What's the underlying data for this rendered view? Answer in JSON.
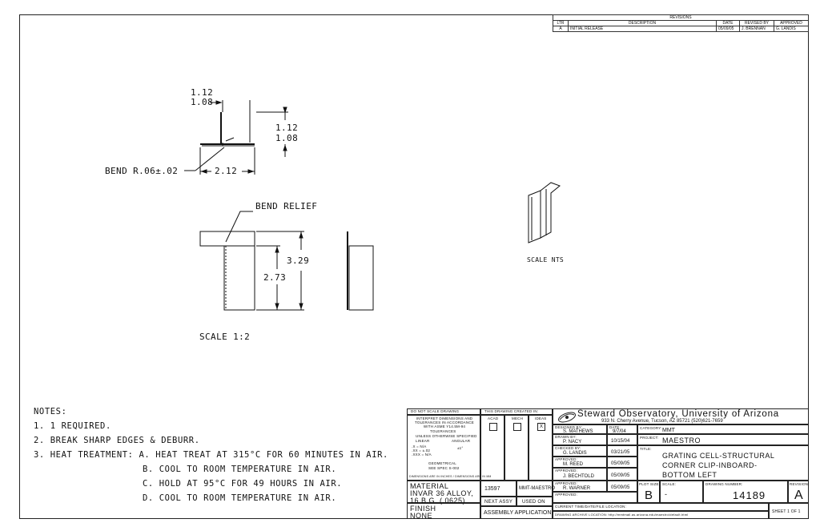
{
  "revisions": {
    "title": "REVISIONS",
    "headers": {
      "ltr": "LTR",
      "description": "DESCRIPTION",
      "date": "DATE",
      "revised_by": "REVISED BY",
      "approved": "APPROVED"
    },
    "rows": [
      {
        "ltr": "A",
        "description": "INITIAL RELEASE",
        "date": "05/09/05",
        "revised_by": "J. BRENNAN",
        "approved": "G. LANDIS"
      }
    ]
  },
  "views": {
    "top_dim_a": "1.12",
    "top_dim_b": "1.08",
    "side_dim_a": "1.12",
    "side_dim_b": "1.08",
    "bend_label": "BEND R.06±.02",
    "width_dim": "2.12",
    "bend_relief": "BEND RELIEF",
    "height_outer": "3.29",
    "height_inner": "2.73",
    "scale_main": "SCALE 1:2",
    "scale_iso": "SCALE NTS"
  },
  "notes": {
    "heading": "NOTES:",
    "items": [
      "1. 1 REQUIRED.",
      "2. BREAK SHARP EDGES & DEBURR.",
      "3. HEAT TREATMENT: A. HEAT TREAT AT 315°C FOR 60 MINUTES IN AIR.",
      "B. COOL TO ROOM TEMPERATURE IN AIR.",
      "C. HOLD AT 95°C FOR 49 HOURS IN AIR.",
      "D. COOL TO ROOM TEMPERATURE IN AIR."
    ]
  },
  "title_block": {
    "do_not_scale": "DO NOT SCALE DRAWING",
    "interpret": "INTERPRET DIMENSIONS AND TOLERANCES IN ACCORDANCE WITH ASME Y14.5M-94",
    "tolerances": "TOLERANCES",
    "unless": "UNLESS OTHERWISE SPECIFIED",
    "linear": "LINEAR",
    "angular": "ANGULAR",
    "tol_x": ".X = N/A",
    "tol_xx": ".XX = ±.02",
    "tol_xxx": ".XXX = N/A",
    "tol_ang": "±1°",
    "geometrical": "GEOMETRICAL",
    "see_spec": "SEE SPEC S-002",
    "dims_note": "DIMENSIONS ARE IN INCHES / DIMENSIONS ARE IN MM",
    "created_in": "THIS DRAWING CREATED IN:",
    "acad": "ACAD",
    "mech": "MECH",
    "ideas": "IDEAS",
    "ideas_mark": "X",
    "org_name": "Steward Observatory, University of Arizona",
    "org_address": "933 N. Cherry Avenue, Tucson, AZ  85721   (520)621-7659",
    "designed_by_label": "DESIGNED BY:",
    "designed_by": "S. MATHEWS",
    "date_label": "DATE:",
    "designed_date": "9/7/04",
    "category_label": "CATEGORY:",
    "category": "MMT",
    "drawn_by_label": "DRAWN BY:",
    "drawn_by": "P. NACY",
    "drawn_date": "10/15/04",
    "project_label": "PROJECT:",
    "project": "MAESTRO",
    "checked_by_label": "CHECKED BY:",
    "checked_by": "G. LANDIS",
    "checked_date": "03/21/05",
    "title_label": "TITLE:",
    "title_lines": [
      "GRATING CELL-STRUCTURAL",
      "CORNER CLIP-INBOARD-",
      "BOTTOM LEFT"
    ],
    "approved1_label": "APPROVED:",
    "approved1": "M. REED",
    "approved1_date": "05/09/05",
    "approved2_label": "APPROVED:",
    "approved2": "J. BECHTOLD",
    "approved2_date": "05/09/05",
    "approved3_label": "APPROVED:",
    "approved3": "R. WARNER",
    "approved3_date": "05/09/05",
    "approved4_label": "APPROVED:",
    "material_label": "MATERIAL",
    "material_line1": "INVAR 36 ALLOY,",
    "material_line2": "16 B.G. (.0625)",
    "next_assy_value": "13597",
    "used_on_value": "MMT-MAESTRO",
    "next_assy": "NEXT ASSY",
    "used_on": "USED ON",
    "finish_label": "FINISH",
    "finish": "NONE",
    "assembly_app": "ASSEMBLY APPLICATION",
    "plot_size_label": "PLOT SIZE",
    "plot_size": "B",
    "scale_label": "SCALE:",
    "scale": "-",
    "drawing_number_label": "DRAWING NUMBER:",
    "drawing_number": "14189",
    "revision_label": "REVISION:",
    "revision": "A",
    "current_time_label": "CURRENT TIME/DATE/FILE LOCATION:",
    "archive_label": "DRAWING ARCHIVE LOCATION: http://mmtmail.as.arizona.edu/maestro/default.html",
    "sheet": "SHEET 1 OF 1"
  }
}
